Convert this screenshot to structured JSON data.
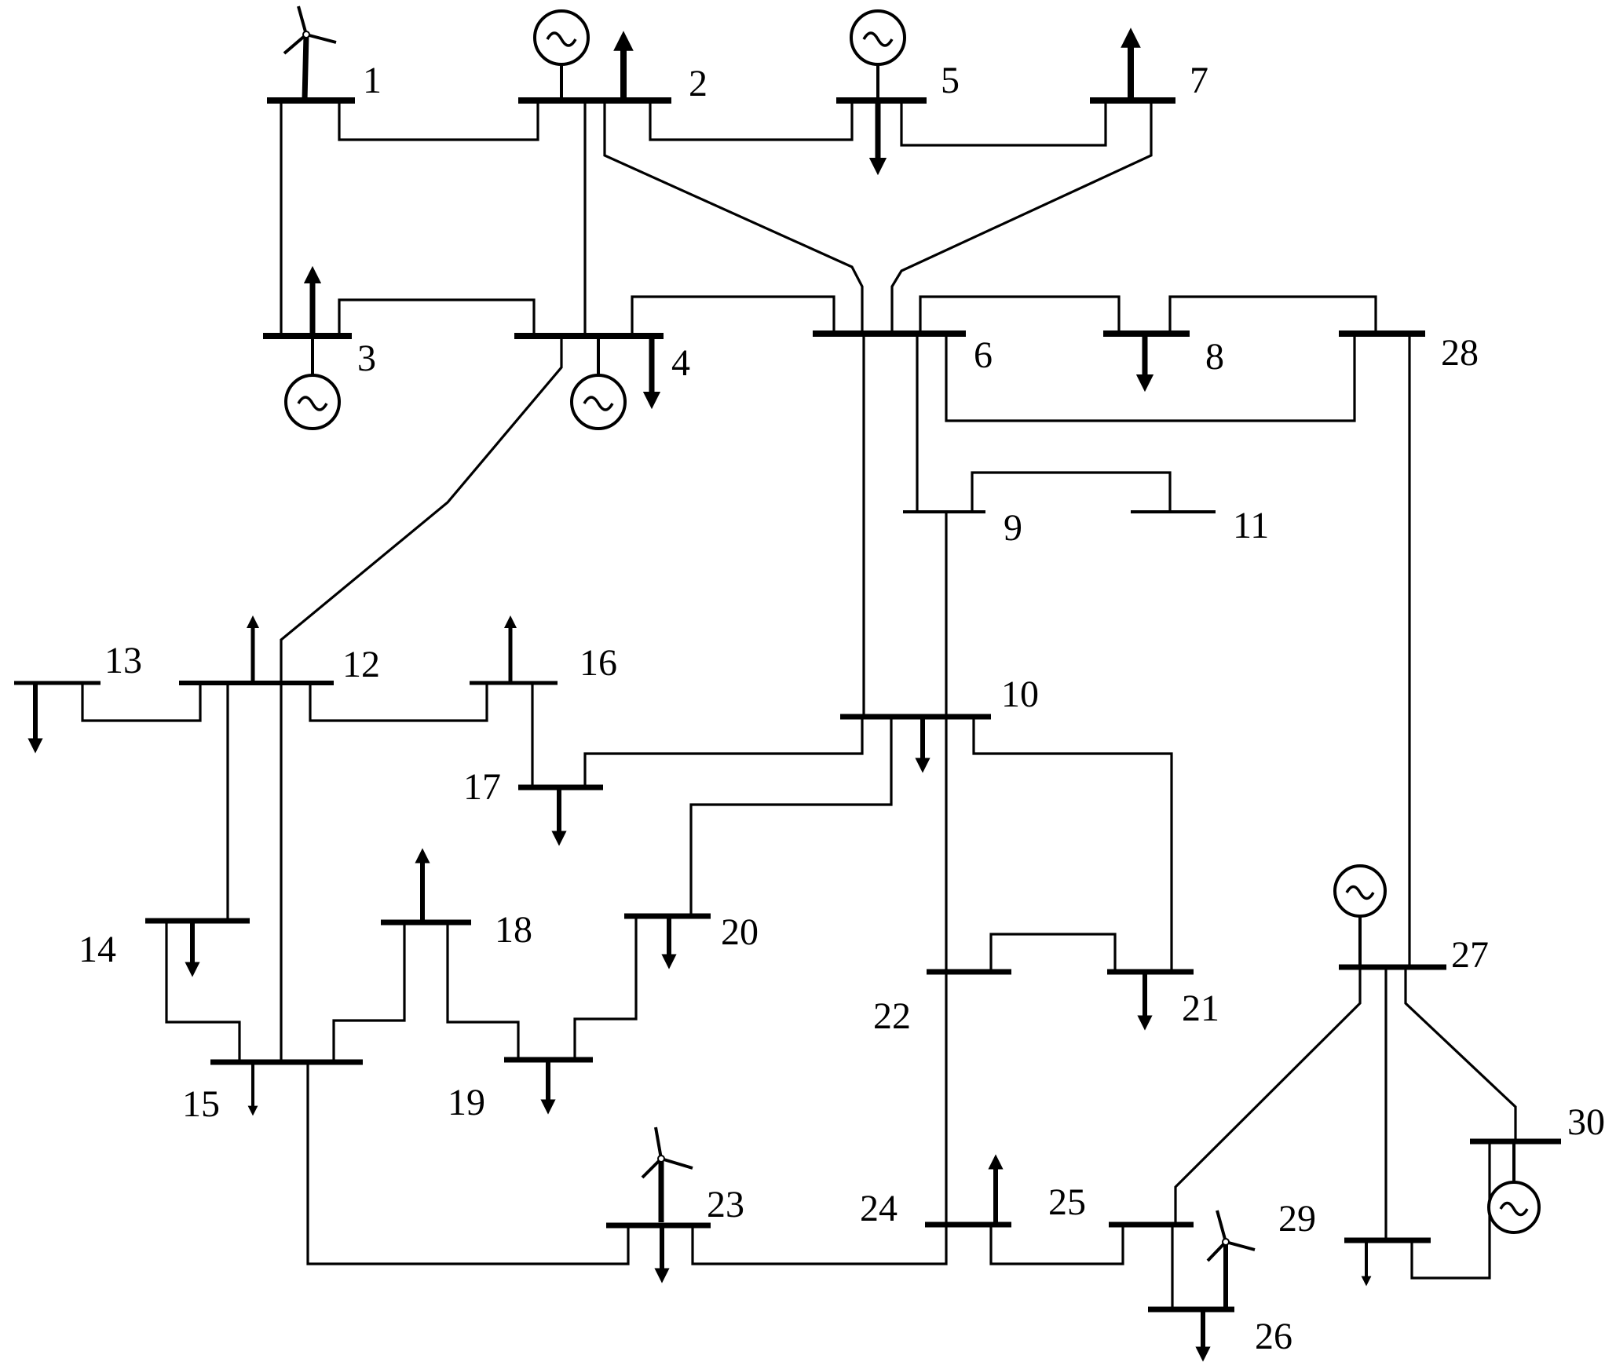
{
  "buses": [
    {
      "id": "1",
      "label": "1"
    },
    {
      "id": "2",
      "label": "2"
    },
    {
      "id": "3",
      "label": "3"
    },
    {
      "id": "4",
      "label": "4"
    },
    {
      "id": "5",
      "label": "5"
    },
    {
      "id": "6",
      "label": "6"
    },
    {
      "id": "7",
      "label": "7"
    },
    {
      "id": "8",
      "label": "8"
    },
    {
      "id": "9",
      "label": "9"
    },
    {
      "id": "10",
      "label": "10"
    },
    {
      "id": "11",
      "label": "11"
    },
    {
      "id": "12",
      "label": "12"
    },
    {
      "id": "13",
      "label": "13"
    },
    {
      "id": "14",
      "label": "14"
    },
    {
      "id": "15",
      "label": "15"
    },
    {
      "id": "16",
      "label": "16"
    },
    {
      "id": "17",
      "label": "17"
    },
    {
      "id": "18",
      "label": "18"
    },
    {
      "id": "19",
      "label": "19"
    },
    {
      "id": "20",
      "label": "20"
    },
    {
      "id": "21",
      "label": "21"
    },
    {
      "id": "22",
      "label": "22"
    },
    {
      "id": "23",
      "label": "23"
    },
    {
      "id": "24",
      "label": "24"
    },
    {
      "id": "25",
      "label": "25"
    },
    {
      "id": "26",
      "label": "26"
    },
    {
      "id": "27",
      "label": "27"
    },
    {
      "id": "28",
      "label": "28"
    },
    {
      "id": "29",
      "label": "29"
    },
    {
      "id": "30",
      "label": "30"
    }
  ],
  "generator_symbol": "~",
  "generators_at_buses": [
    "2",
    "3",
    "4",
    "5",
    "27",
    "30"
  ],
  "wind_turbines_at_buses": [
    "1",
    "23",
    "26"
  ],
  "loads_at_buses": [
    "2",
    "3",
    "4",
    "5",
    "7",
    "8",
    "10",
    "12",
    "13",
    "14",
    "15",
    "16",
    "17",
    "18",
    "19",
    "20",
    "21",
    "23",
    "24",
    "26",
    "29"
  ]
}
